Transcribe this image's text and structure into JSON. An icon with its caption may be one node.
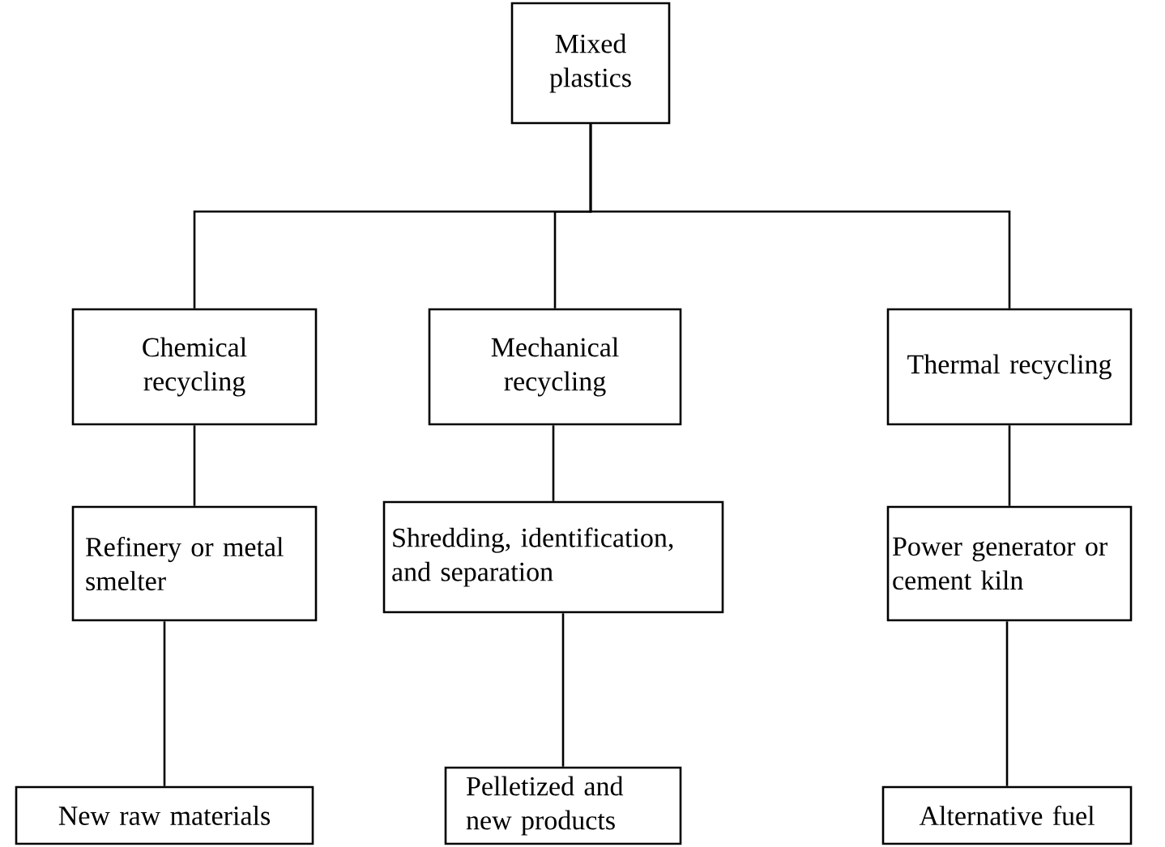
{
  "diagram": {
    "nodes": [
      {
        "text": [
          "Mixed plastics"
        ]
      },
      {
        "text": [
          "Chemical recycling"
        ]
      },
      {
        "text": [
          "Mechanical recycling"
        ]
      },
      {
        "text": [
          "Thermal recycling"
        ]
      },
      {
        "text": [
          "Refinery or metal smelter"
        ]
      },
      {
        "text": [
          "Shredding, identification, and separation"
        ]
      },
      {
        "text": [
          "Power generator or cement kiln"
        ]
      },
      {
        "text": [
          "New raw materials"
        ]
      },
      {
        "text": [
          "Pelletized and new products"
        ]
      },
      {
        "text": [
          "Alternative fuel"
        ]
      }
    ],
    "edges": [
      {
        "from": 0,
        "to": 1,
        "arrow": "none"
      },
      {
        "from": 0,
        "to": 2,
        "arrow": "none"
      },
      {
        "from": 0,
        "to": 3,
        "arrow": "none"
      },
      {
        "from": 1,
        "to": 4,
        "arrow": "none"
      },
      {
        "from": 2,
        "to": 5,
        "arrow": "none"
      },
      {
        "from": 3,
        "to": 6,
        "arrow": "none"
      },
      {
        "from": 4,
        "to": 7,
        "arrow": "none"
      },
      {
        "from": 5,
        "to": 8,
        "arrow": "none"
      },
      {
        "from": 6,
        "to": 9,
        "arrow": "none"
      }
    ]
  }
}
